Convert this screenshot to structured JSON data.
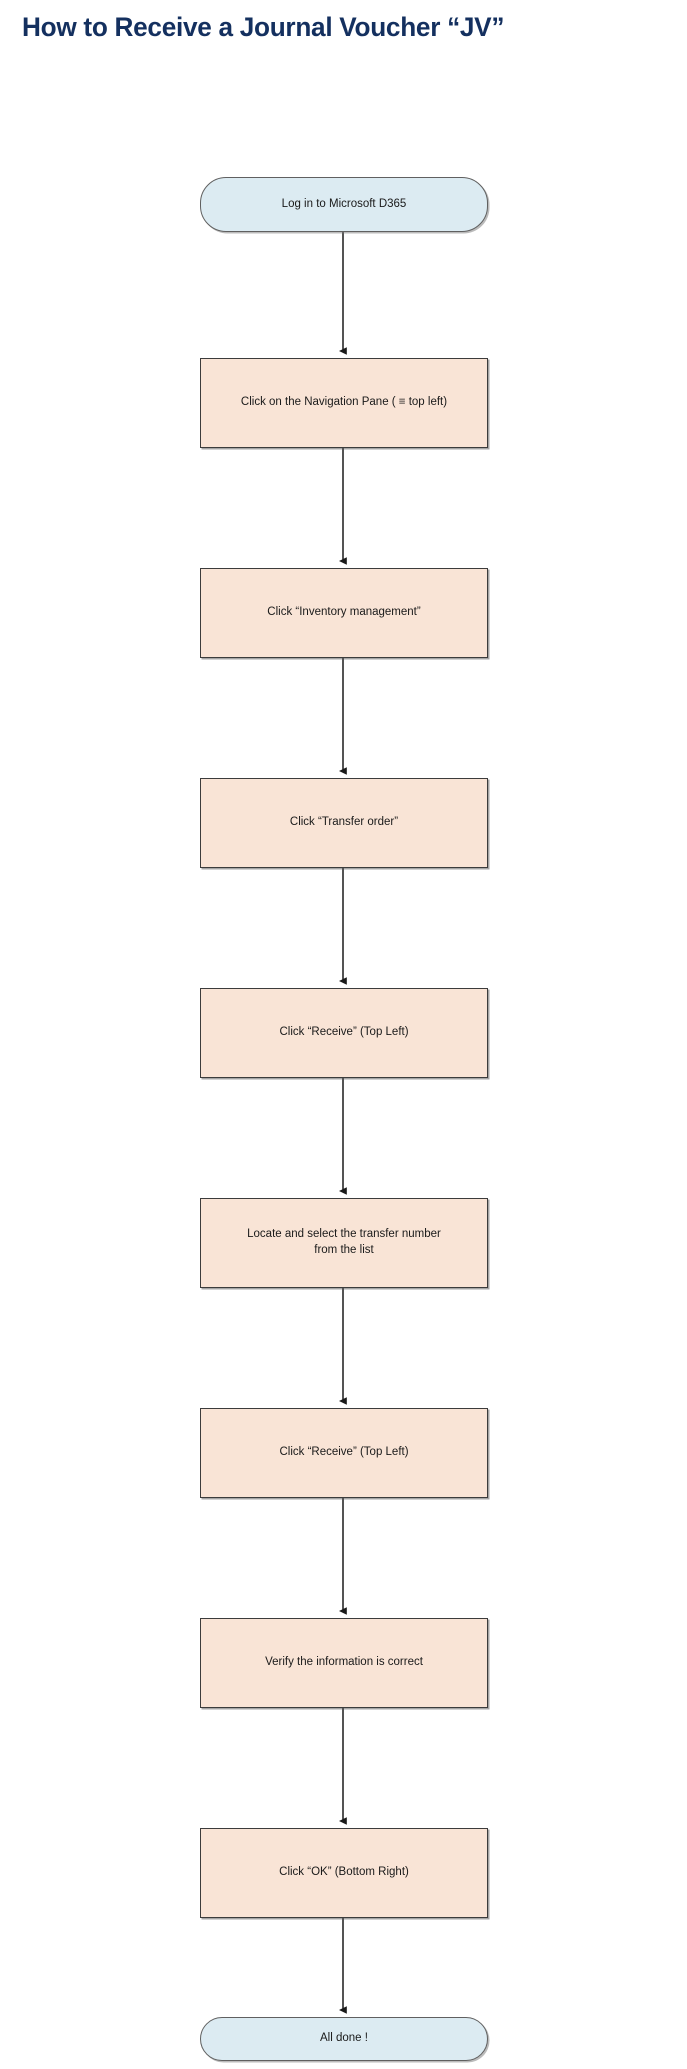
{
  "document": {
    "title": "How to Receive a Journal Voucher “JV”"
  },
  "theme": {
    "title_color": "#14305f",
    "process_fill": "#f9e4d6",
    "process_border": "#3c3c3c",
    "terminator_fill": "#dcebf2",
    "terminator_border": "#606060",
    "connector_color": "#1a1a1a",
    "page_background": "#ffffff"
  },
  "flowchart": {
    "type": "flowchart",
    "orientation": "top-to-bottom",
    "node_count": 10,
    "connector_count": 9,
    "nodes": [
      {
        "id": "n1",
        "shape": "terminator",
        "label": "Log in to Microsoft D365"
      },
      {
        "id": "n2",
        "shape": "process",
        "label": "Click on the Navigation Pane ( ≡ top left)"
      },
      {
        "id": "n3",
        "shape": "process",
        "label": "Click “Inventory management”"
      },
      {
        "id": "n4",
        "shape": "process",
        "label": "Click “Transfer order”"
      },
      {
        "id": "n5",
        "shape": "process",
        "label": "Click “Receive” (Top Left)"
      },
      {
        "id": "n6",
        "shape": "process",
        "label": "Locate and select the transfer number\nfrom the list"
      },
      {
        "id": "n7",
        "shape": "process",
        "label": "Click  “Receive” (Top Left)"
      },
      {
        "id": "n8",
        "shape": "process",
        "label": "Verify the information is correct"
      },
      {
        "id": "n9",
        "shape": "process",
        "label": "Click “OK” (Bottom Right)"
      },
      {
        "id": "n10",
        "shape": "terminator",
        "label": "All done !"
      }
    ],
    "edges": [
      {
        "from": "n1",
        "to": "n2",
        "arrow": "down"
      },
      {
        "from": "n2",
        "to": "n3",
        "arrow": "down"
      },
      {
        "from": "n3",
        "to": "n4",
        "arrow": "down"
      },
      {
        "from": "n4",
        "to": "n5",
        "arrow": "down"
      },
      {
        "from": "n5",
        "to": "n6",
        "arrow": "down"
      },
      {
        "from": "n6",
        "to": "n7",
        "arrow": "down"
      },
      {
        "from": "n7",
        "to": "n8",
        "arrow": "down"
      },
      {
        "from": "n8",
        "to": "n9",
        "arrow": "down"
      },
      {
        "from": "n9",
        "to": "n10",
        "arrow": "down"
      }
    ]
  }
}
